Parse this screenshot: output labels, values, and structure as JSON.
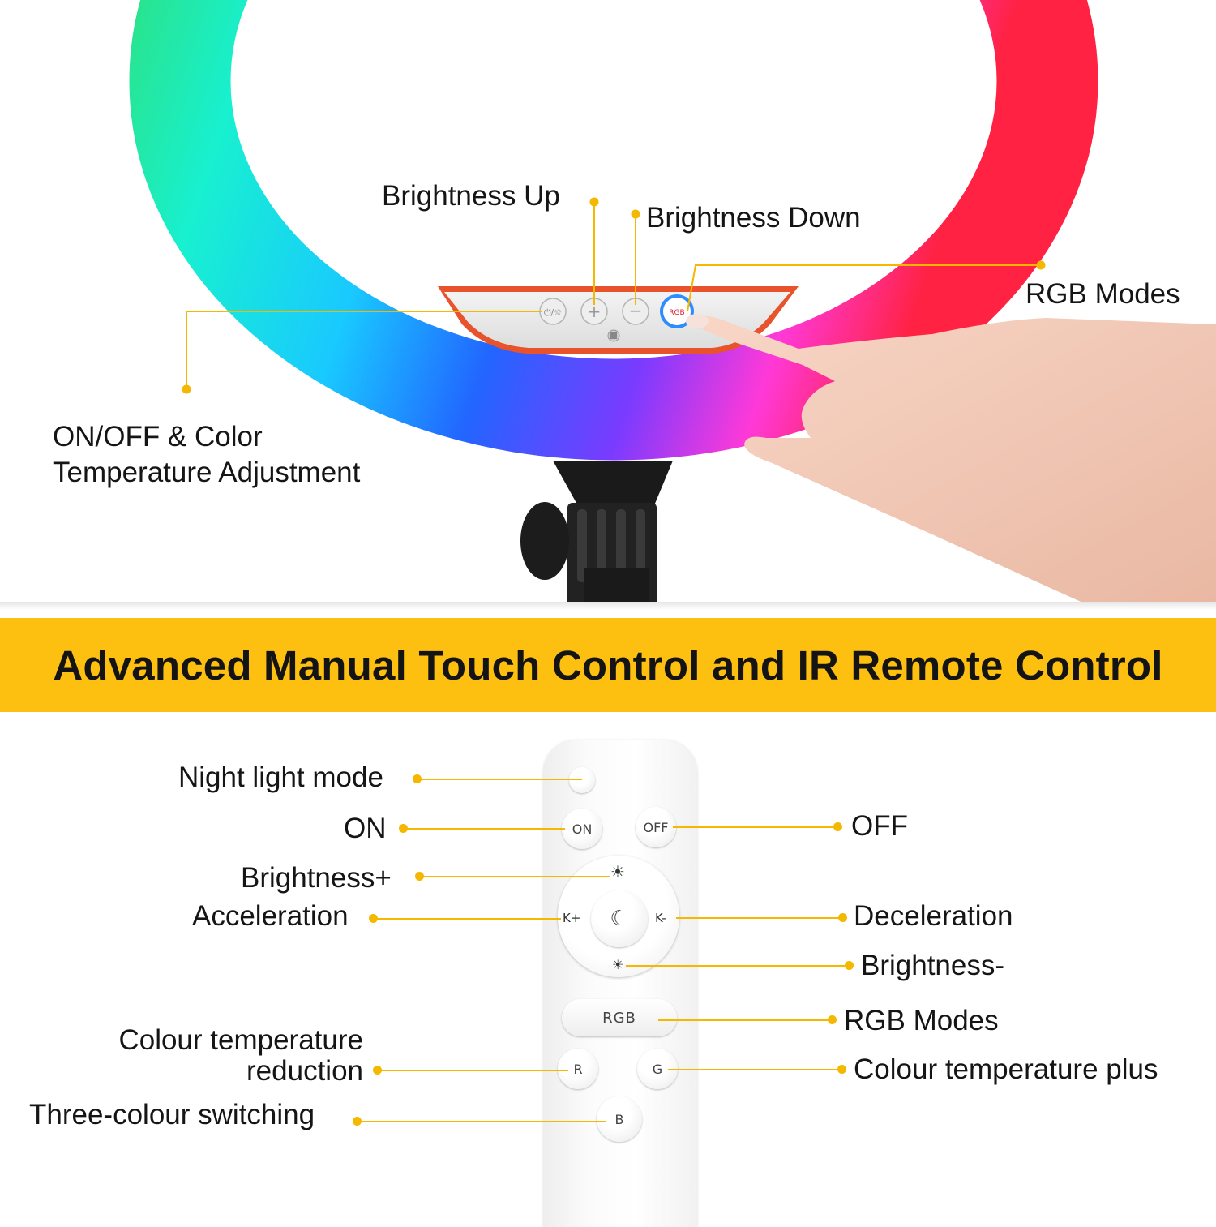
{
  "banner": {
    "title": "Advanced Manual Touch Control and IR Remote Control"
  },
  "light_panel": {
    "labels": {
      "brightness_up": "Brightness Up",
      "brightness_down": "Brightness Down",
      "rgb_modes": "RGB Modes",
      "on_off_line1": "ON/OFF & Color",
      "on_off_line2": "Temperature Adjustment"
    },
    "panel_buttons": {
      "rgb": "RGB"
    }
  },
  "remote": {
    "labels": {
      "night_light": "Night light mode",
      "on": "ON",
      "off": "OFF",
      "brightness_plus": "Brightness+",
      "acceleration": "Acceleration",
      "deceleration": "Deceleration",
      "brightness_minus": "Brightness-",
      "rgb_modes": "RGB Modes",
      "ct_reduction_line1": "Colour temperature",
      "ct_reduction_line2": "reduction",
      "ct_plus": "Colour temperature plus",
      "three_colour": "Three-colour switching"
    },
    "buttons": {
      "on": "ON",
      "off": "OFF",
      "k_plus": "K+",
      "k_minus": "K-",
      "rgb": "RGB",
      "r": "R",
      "g": "G",
      "b": "B"
    }
  },
  "colors": {
    "accent": "#f5b800",
    "banner": "#fdbf10"
  }
}
